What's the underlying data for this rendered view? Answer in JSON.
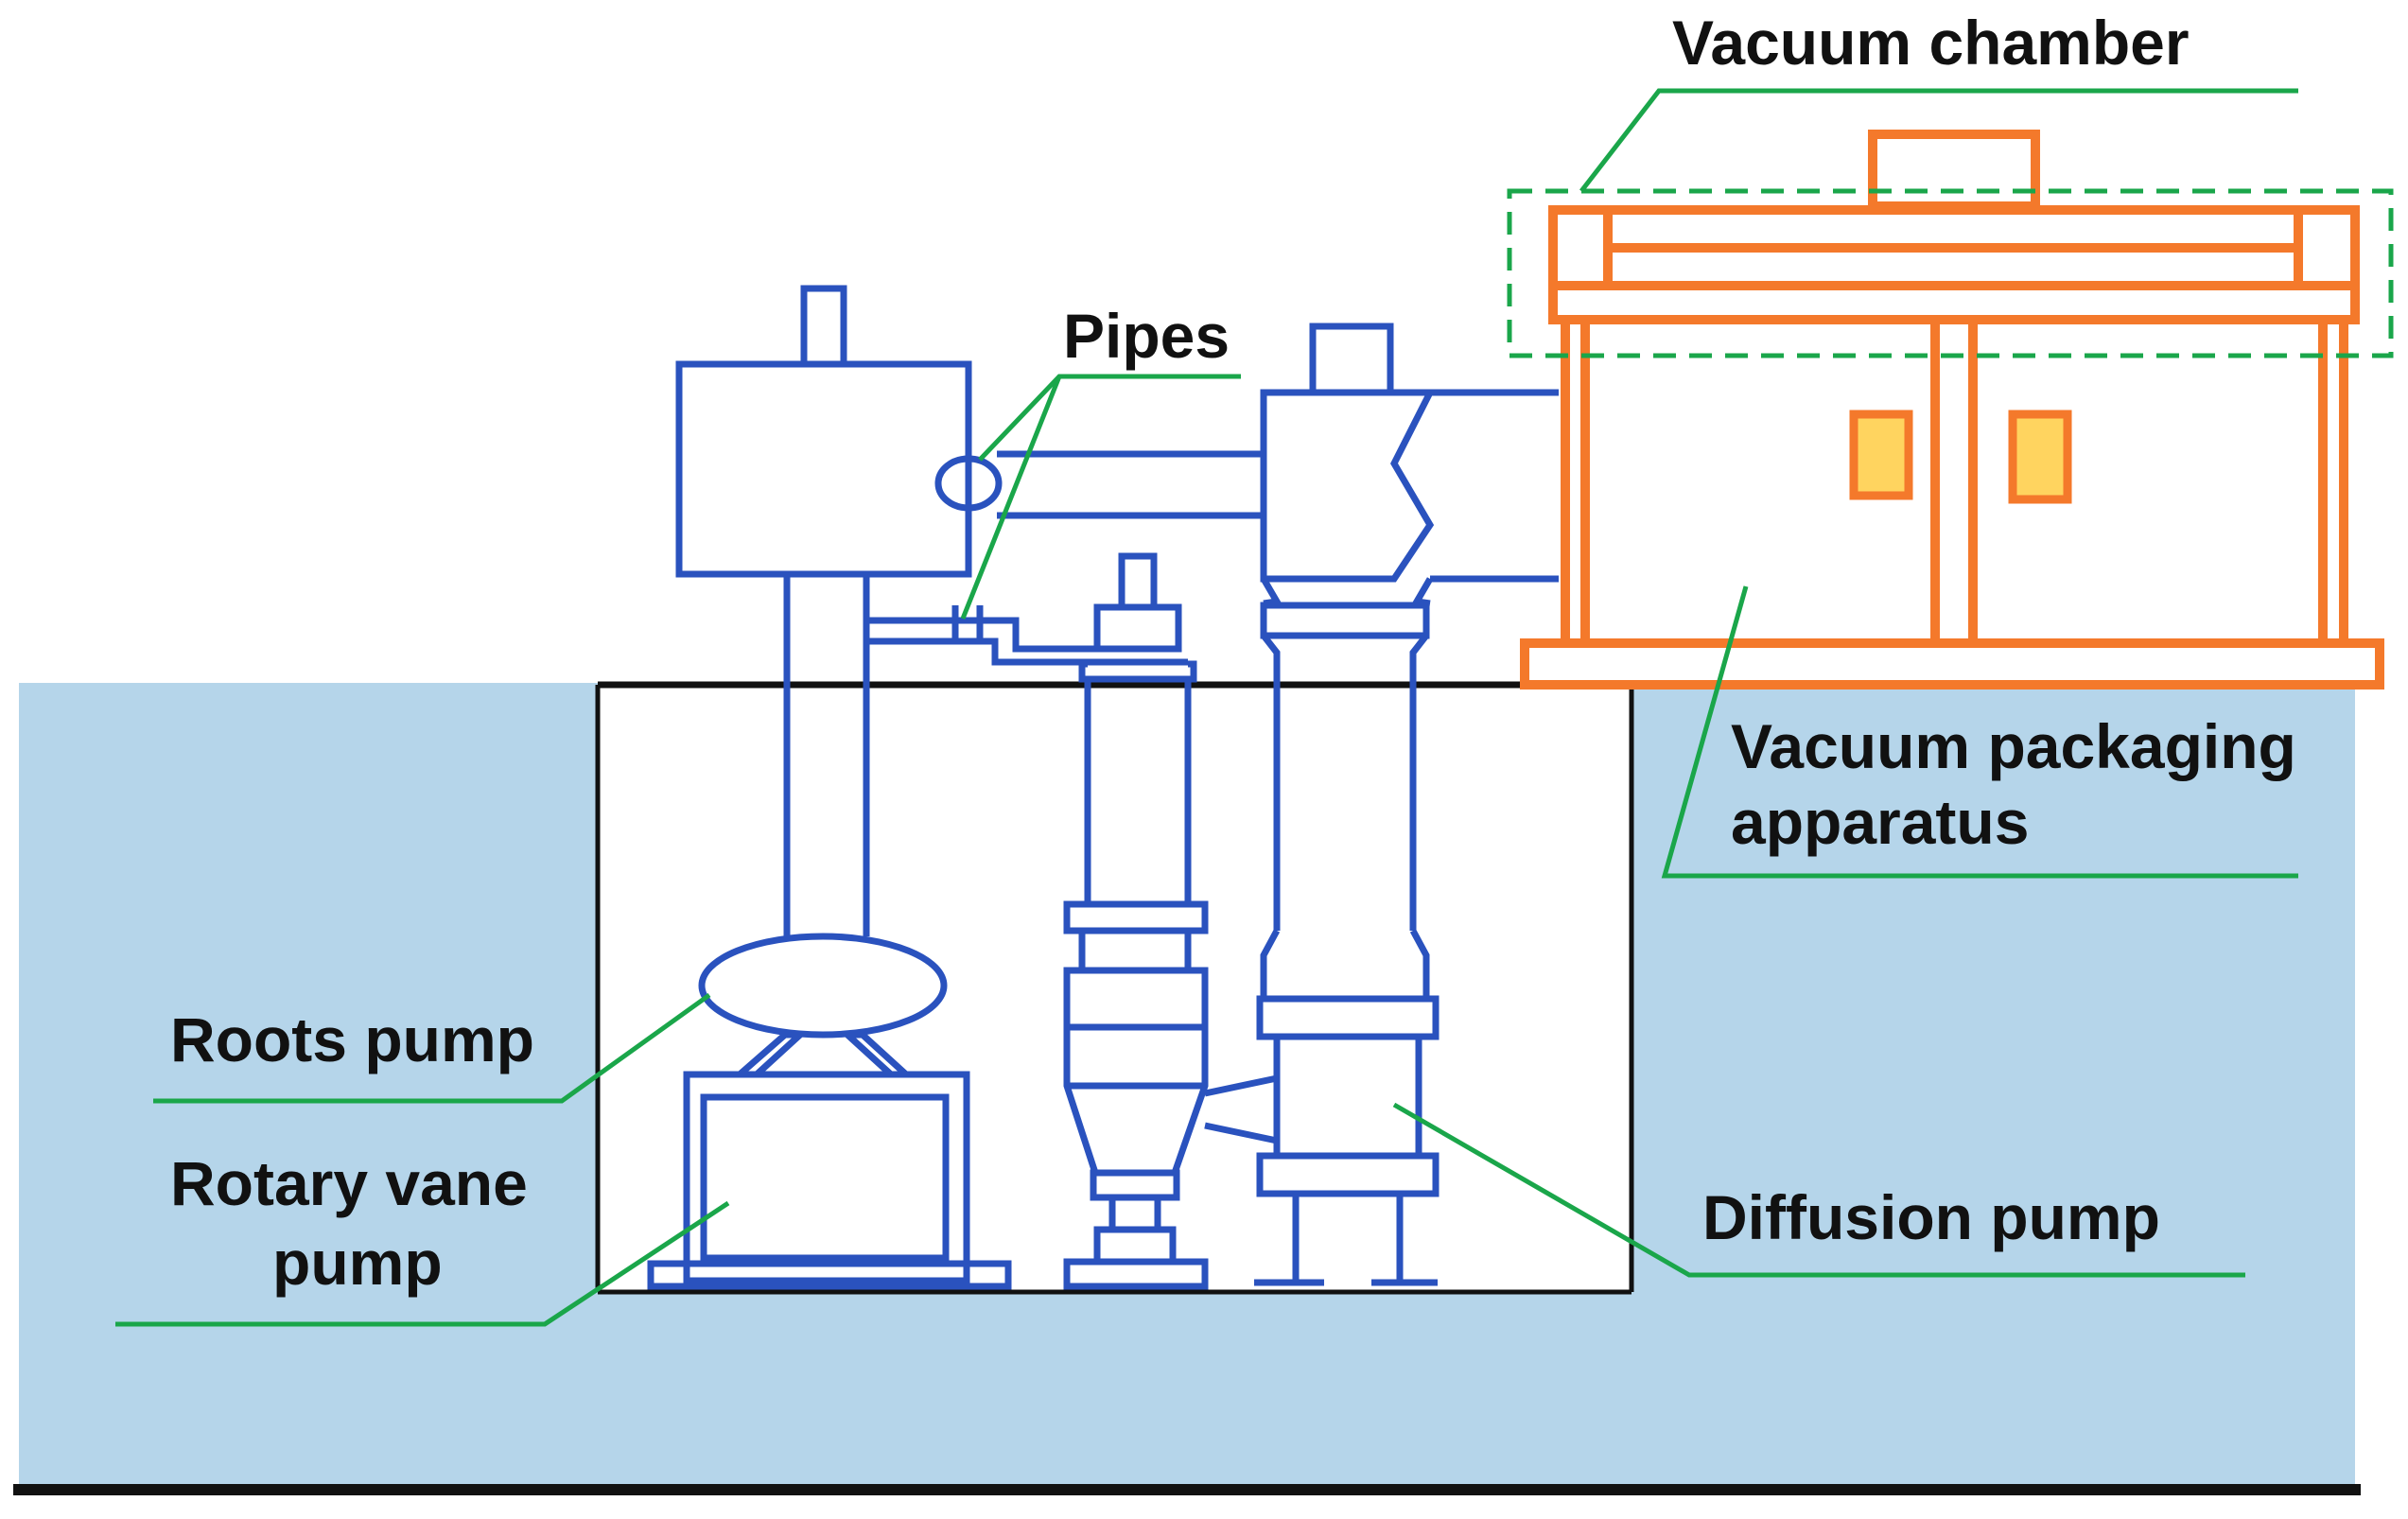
{
  "labels": {
    "vacuum_chamber": "Vacuum chamber",
    "pipes": "Pipes",
    "vacuum_packaging_line1": "Vacuum packaging",
    "vacuum_packaging_line2": "apparatus",
    "roots_pump": "Roots pump",
    "rotary_vane_line1": "Rotary vane",
    "rotary_vane_line2": "pump",
    "diffusion_pump": "Diffusion pump"
  },
  "colors": {
    "equipment_pipework": "#2a52be",
    "apparatus": "#f4792b",
    "window_fill": "#ffd45f",
    "leader_lines": "#1aa64a",
    "pit_fill": "#b5d5ea",
    "ground": "#111111"
  }
}
